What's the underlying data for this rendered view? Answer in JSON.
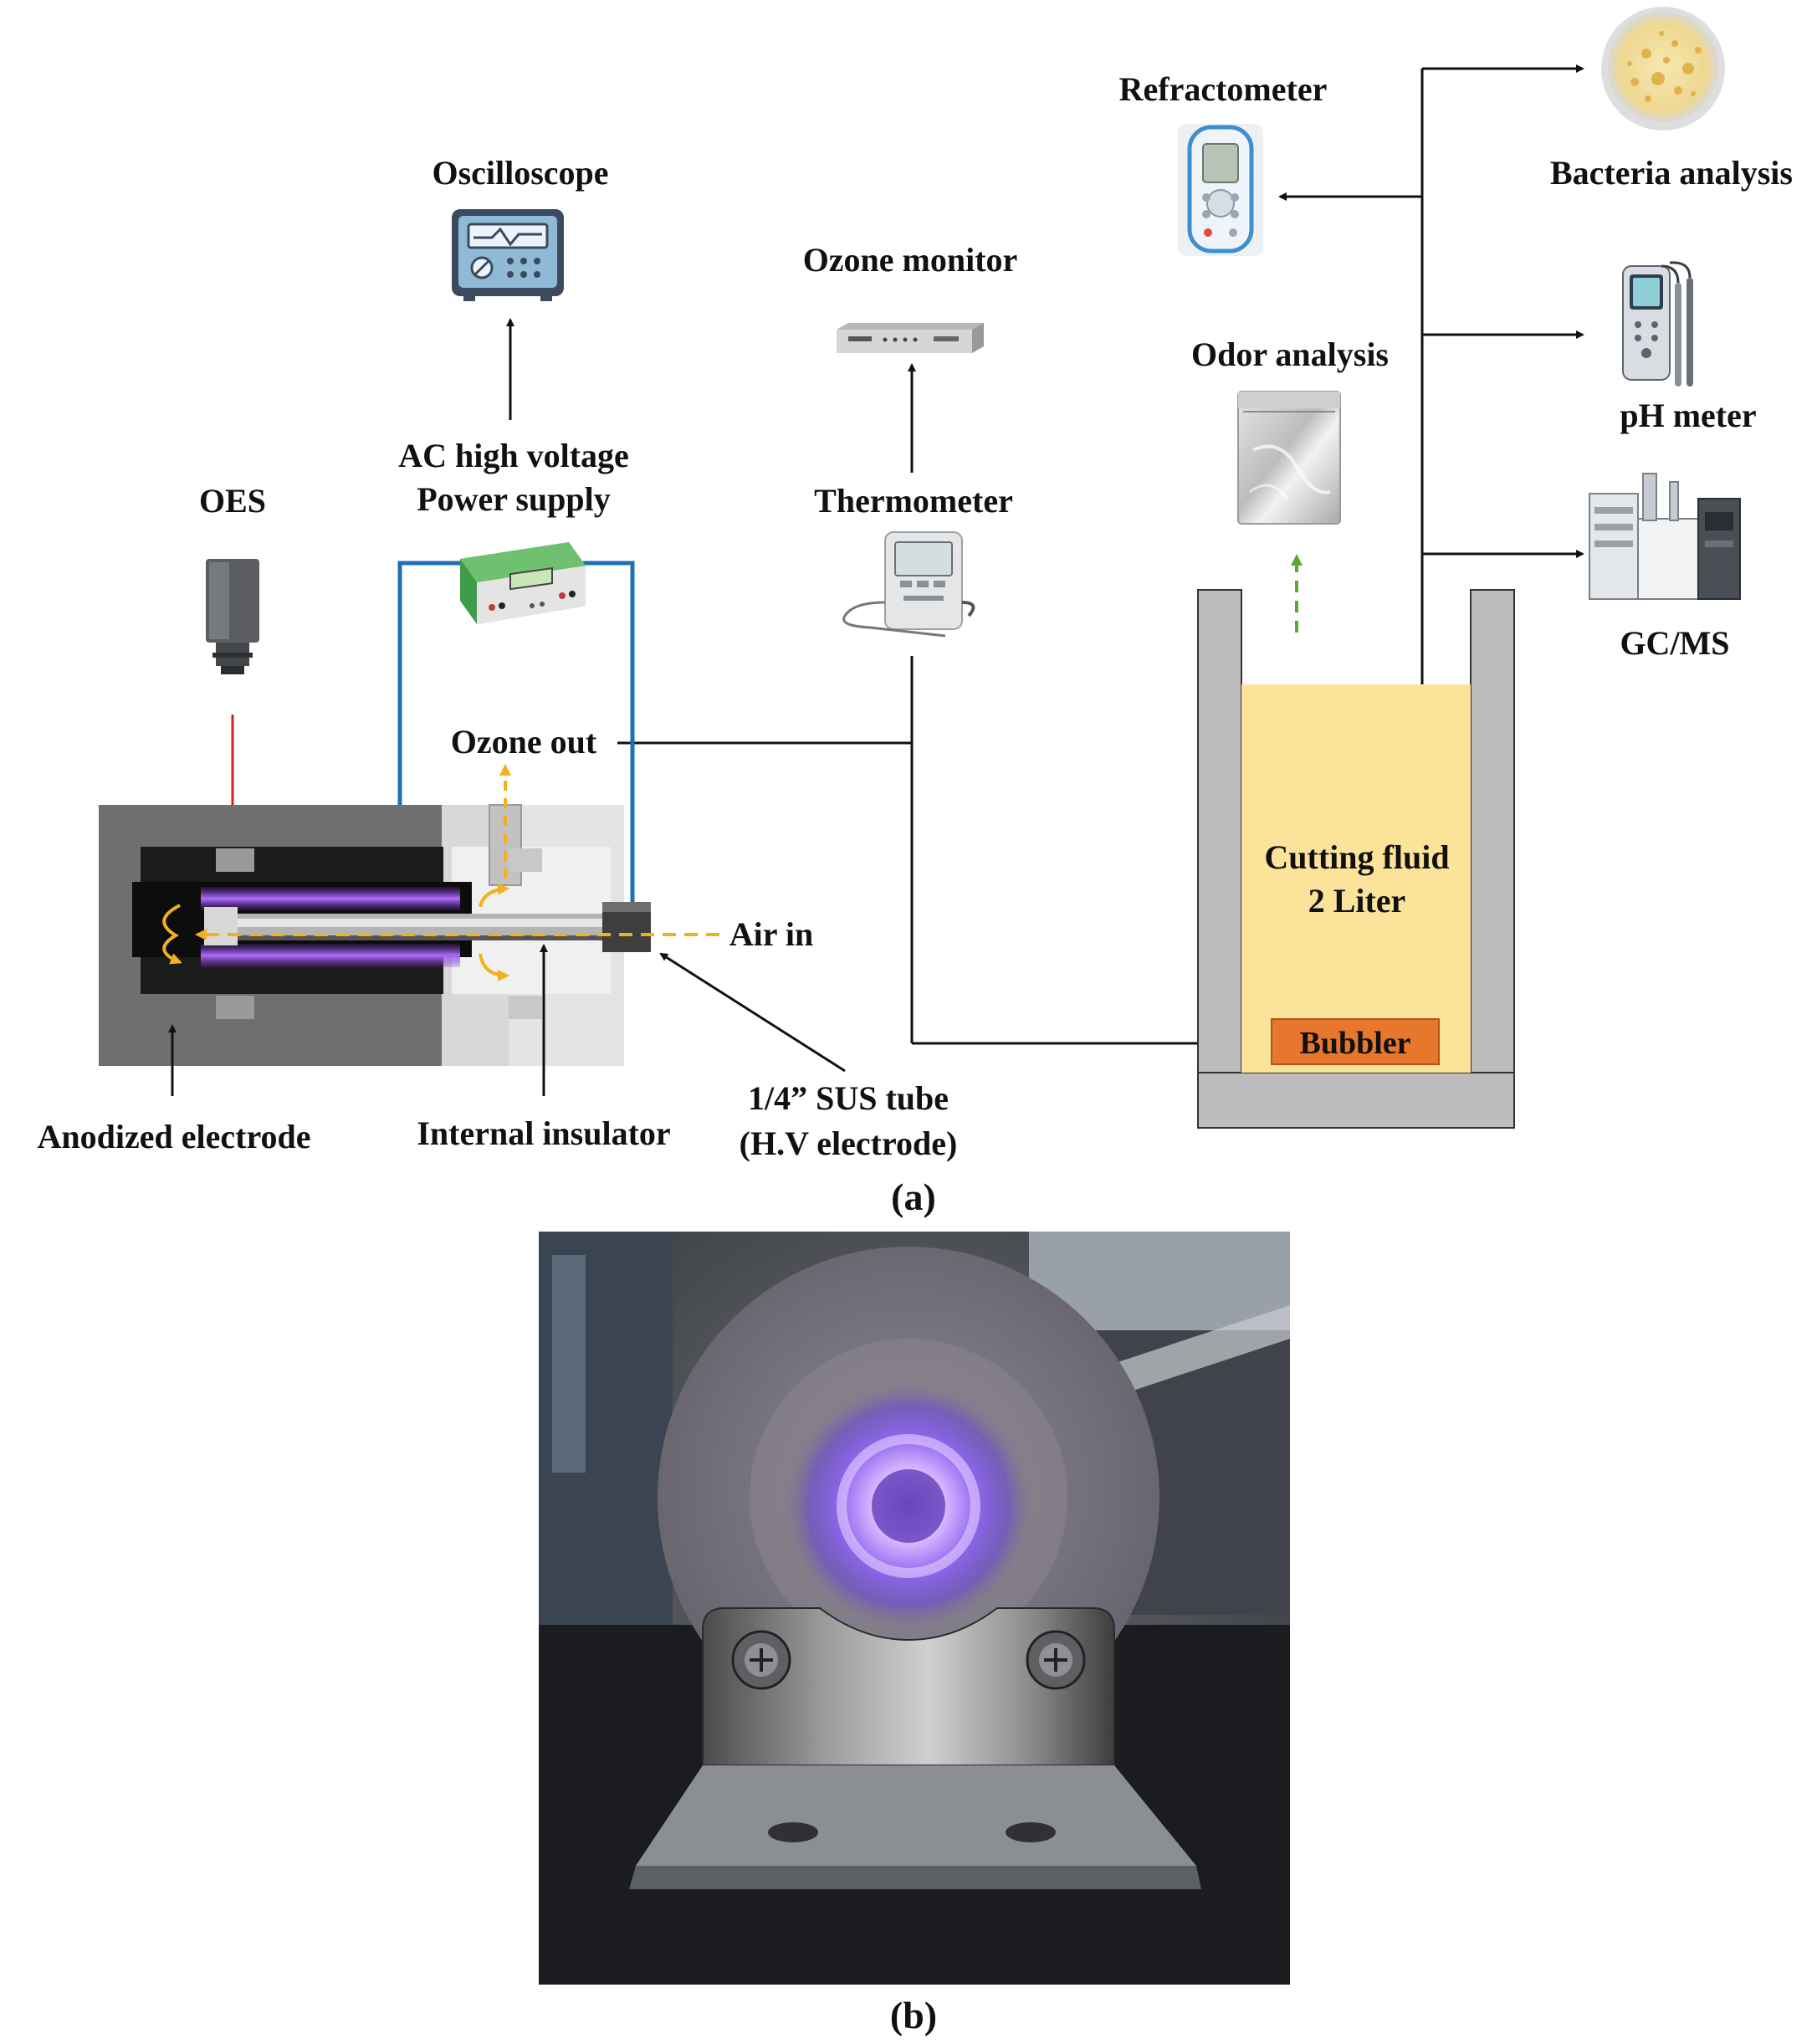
{
  "labels": {
    "refractometer": "Refractometer",
    "bacteria": "Bacteria analysis",
    "oscilloscope": "Oscilloscope",
    "ozone_monitor": "Ozone monitor",
    "odor": "Odor analysis",
    "ph_meter": "pH meter",
    "ac_line1": "AC high voltage",
    "ac_line2": "Power supply",
    "oes": "OES",
    "thermometer": "Thermometer",
    "gcms": "GC/MS",
    "ozone_out": "Ozone out",
    "cutting_line1": "Cutting fluid",
    "cutting_line2": "2 Liter",
    "air_in": "Air in",
    "bubbler": "Bubbler",
    "anodized": "Anodized electrode",
    "insulator": "Internal insulator",
    "sus_line1": "1/4” SUS tube",
    "sus_line2": "(H.V electrode)",
    "panel_a": "(a)",
    "panel_b": "(b)"
  },
  "colors": {
    "text": "#111111",
    "wire_blue": "#1f6fb5",
    "oes_arrow": "#d42020",
    "gas_flow": "#f0b020",
    "odor_arrow": "#5aa832",
    "plasma": "#9a4fe0",
    "fluid": "#fbe49a",
    "bubbler": "#e8772e",
    "vessel_wall": "#bdbdbd",
    "reactor_body": "#6f6f6f"
  },
  "icons": {
    "refractometer": "refractometer-device-icon",
    "bacteria": "petri-dish-icon",
    "oscilloscope": "oscilloscope-device-icon",
    "ozone_monitor": "ozone-monitor-device-icon",
    "odor": "sample-bag-icon",
    "ph_meter": "ph-meter-device-icon",
    "power_supply": "power-supply-device-icon",
    "oes": "spectrometer-probe-icon",
    "thermometer": "digital-thermometer-icon",
    "gcms": "gc-ms-instrument-icon"
  }
}
